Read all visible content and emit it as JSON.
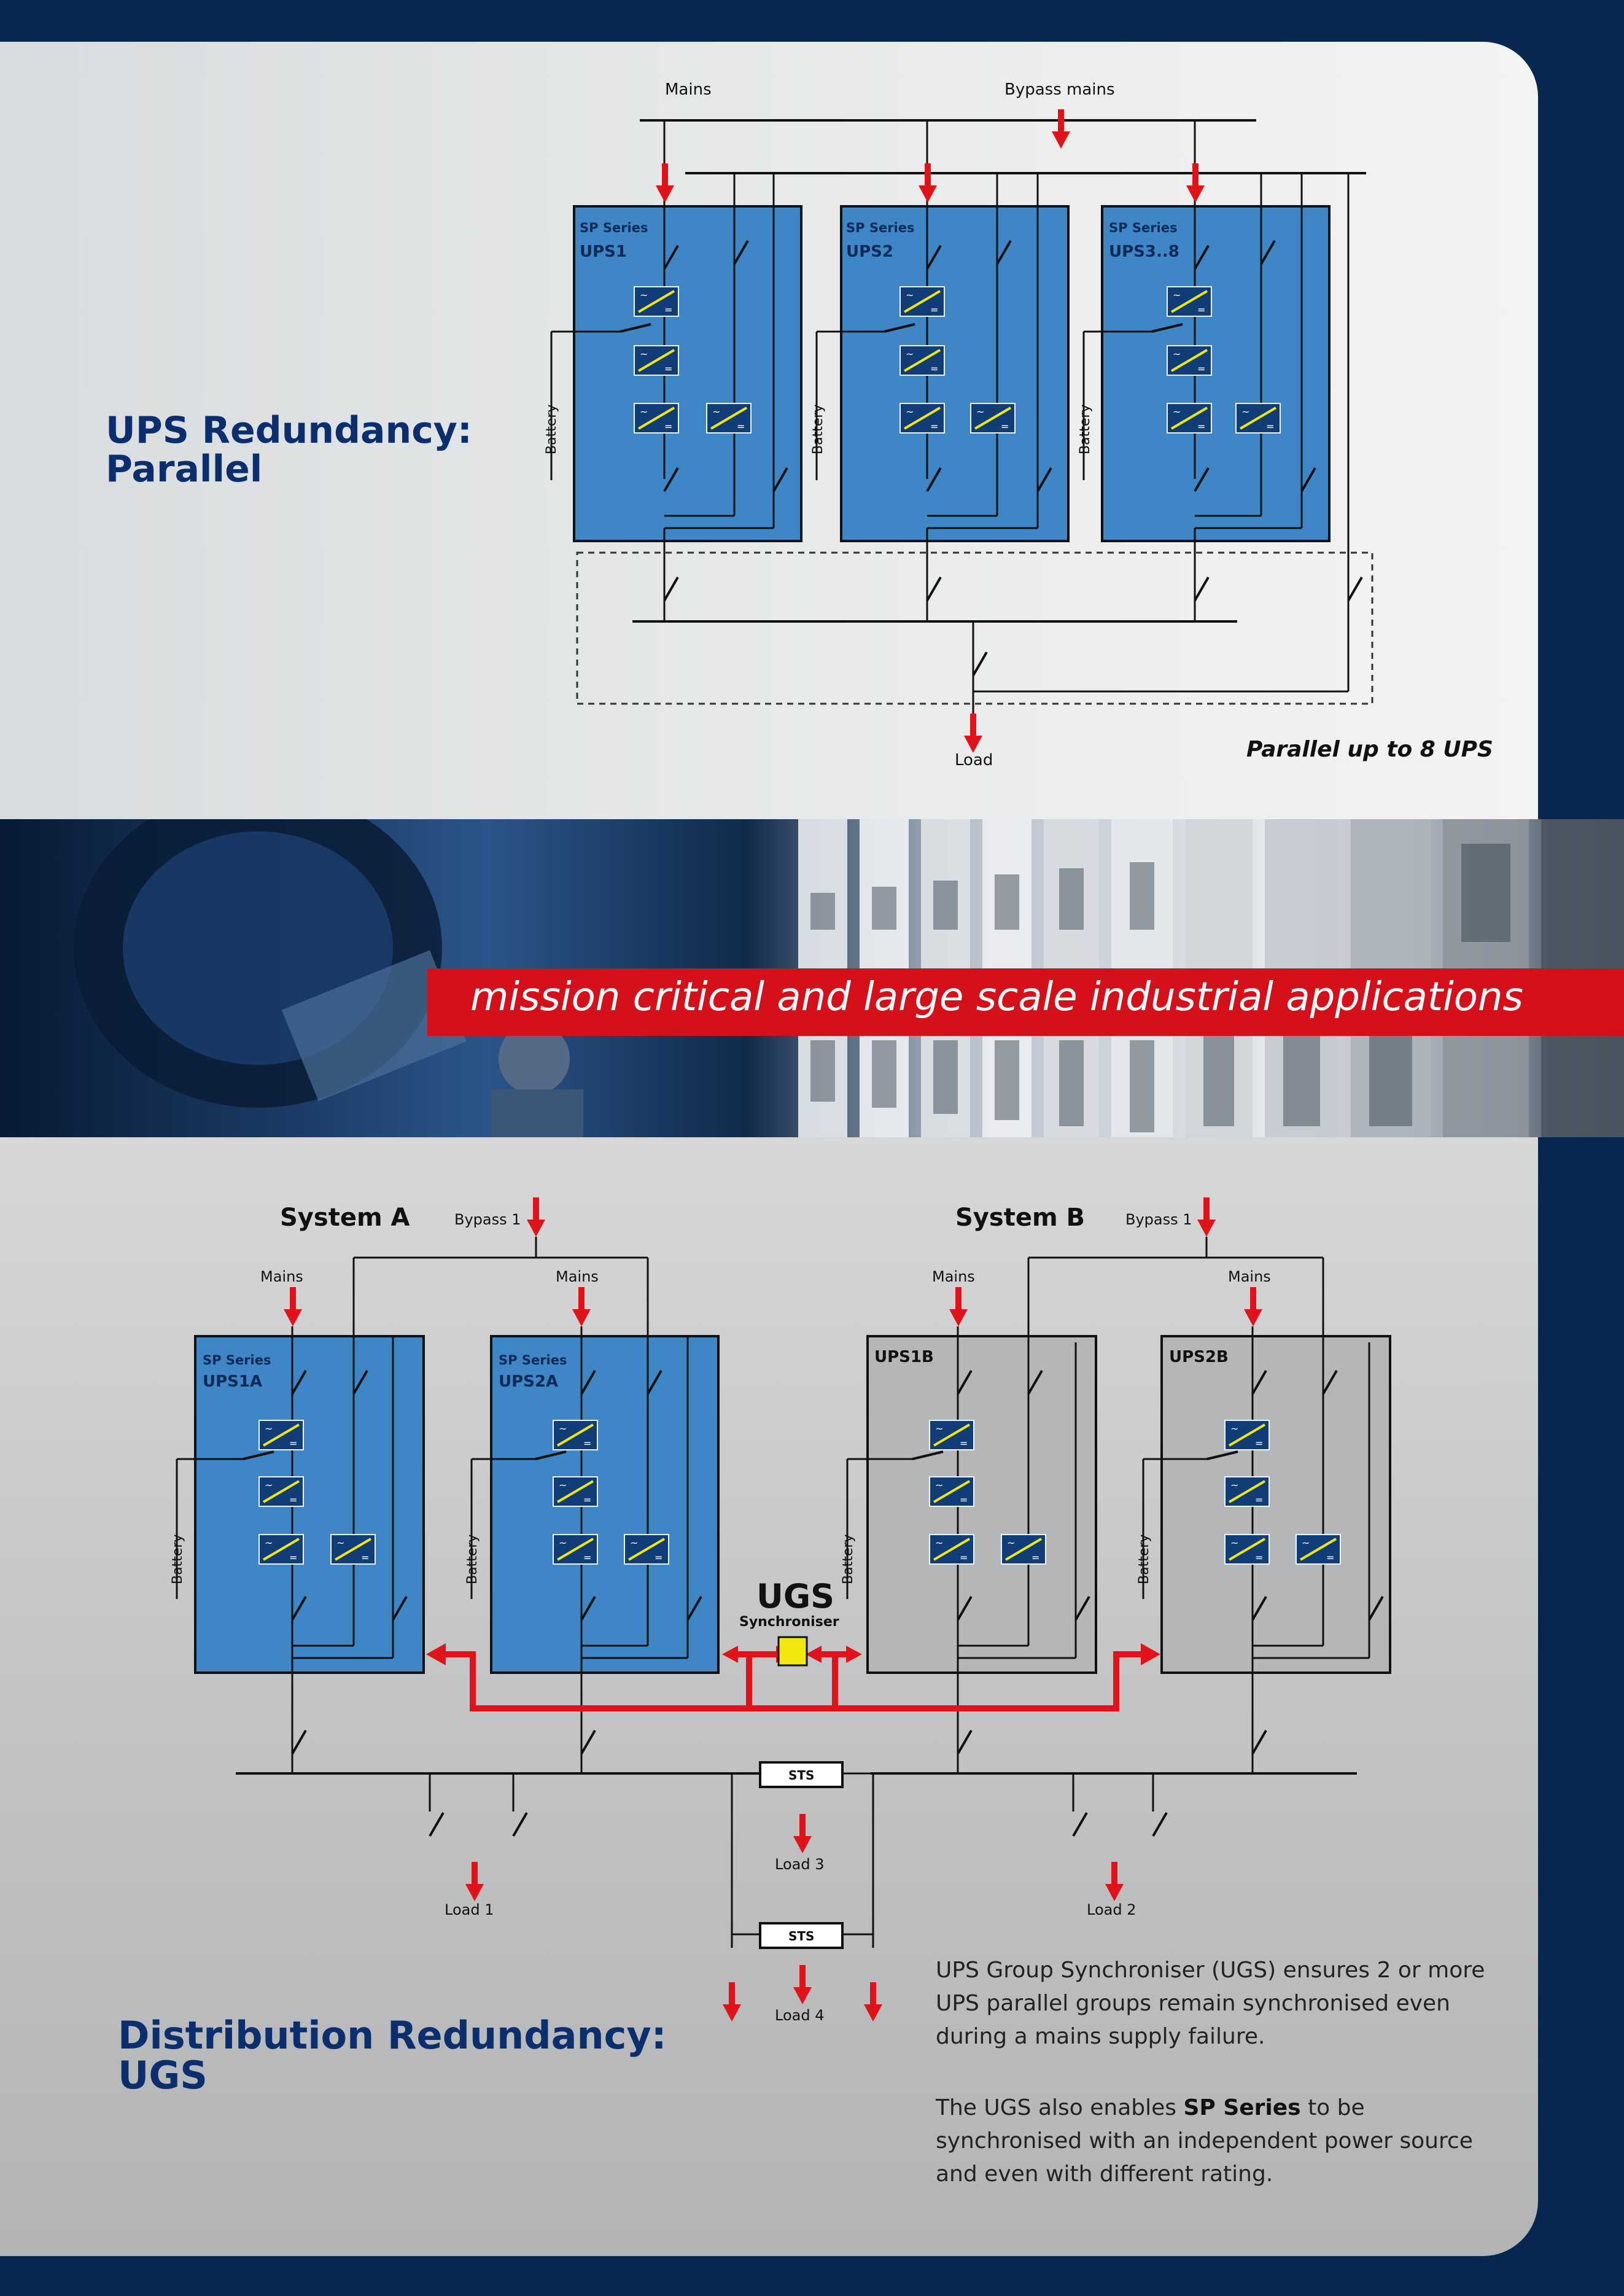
{
  "top": {
    "heading_line1": "UPS Redundancy:",
    "heading_line2": "Parallel",
    "mains": "Mains",
    "bypass_mains": "Bypass mains",
    "series_label": "SP Series",
    "ups_names": [
      "UPS1",
      "UPS2",
      "UPS3..8"
    ],
    "battery": "Battery",
    "load": "Load",
    "caption": "Parallel up to 8 UPS"
  },
  "banner": {
    "tagline": "mission critical and large scale industrial applications"
  },
  "bottom": {
    "system_a": "System A",
    "system_b": "System B",
    "bypass": "Bypass 1",
    "mains": "Mains",
    "series_label": "SP Series",
    "ups_names": [
      "UPS1A",
      "UPS2A",
      "UPS1B",
      "UPS2B"
    ],
    "battery": "Battery",
    "ugs": "UGS",
    "synchroniser": "Synchroniser",
    "sts": "STS",
    "loads": [
      "Load 1",
      "Load 2",
      "Load 3",
      "Load 4"
    ],
    "heading_line1": "Distribution Redundancy:",
    "heading_line2": "UGS",
    "para1": "UPS Group Synchroniser (UGS) ensures 2 or more UPS parallel groups remain synchronised even during a mains supply failure.",
    "para2_pre": "The UGS also enables",
    "para2_bold": "SP Series",
    "para2_post": "to be synchronised with an independent power source and even with different rating."
  },
  "colors": {
    "navy": "#062850",
    "ups_blue": "#3e86c6",
    "ups_grey": "#b5b6b7",
    "arrow_red": "#e0131a",
    "banner_red": "#d4101a",
    "sync_yellow": "#f2e70c"
  }
}
